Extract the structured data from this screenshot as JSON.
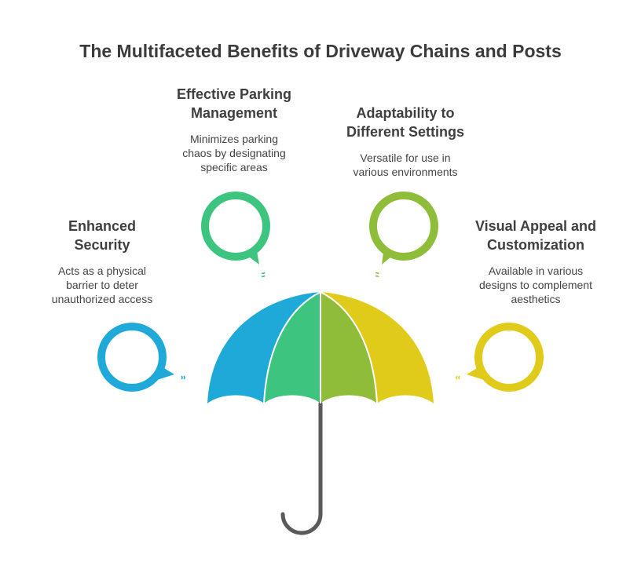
{
  "title": "The Multifaceted Benefits of Driveway Chains and Posts",
  "colors": {
    "blue": "#1fa9d9",
    "green": "#3dc47e",
    "lime": "#8fbd3a",
    "yellow": "#e0cb1a",
    "handle": "#5a5a5a"
  },
  "benefits": [
    {
      "heading_line1": "Enhanced",
      "heading_line2": "Security",
      "desc_line1": "Acts as a physical",
      "desc_line2": "barrier to deter",
      "desc_line3": "unauthorized access",
      "color": "#1fa9d9"
    },
    {
      "heading_line1": "Effective Parking",
      "heading_line2": "Management",
      "desc_line1": "Minimizes parking",
      "desc_line2": "chaos by designating",
      "desc_line3": "specific areas",
      "color": "#3dc47e"
    },
    {
      "heading_line1": "Adaptability to",
      "heading_line2": "Different Settings",
      "desc_line1": "Versatile for use in",
      "desc_line2": "various environments",
      "desc_line3": "",
      "color": "#8fbd3a"
    },
    {
      "heading_line1": "Visual Appeal and",
      "heading_line2": "Customization",
      "desc_line1": "Available in various",
      "desc_line2": "designs to complement",
      "desc_line3": "aesthetics",
      "color": "#e0cb1a"
    }
  ]
}
